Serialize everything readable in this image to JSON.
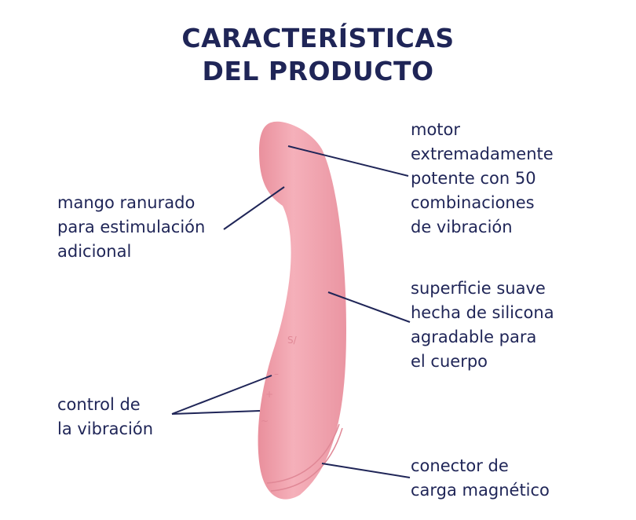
{
  "title": {
    "line1": "CARACTERÍSTICAS",
    "line2": "DEL PRODUCTO"
  },
  "features": {
    "motor": "motor\nextremadamente\npotente con 50\ncombinaciones\nde vibración",
    "handle": "mango ranurado\npara estimulación\nadicional",
    "surface": "superficie suave\nhecha de silicona\nagradable para\nel cuerpo",
    "control": "control de\nla vibración",
    "connector": "conector de\ncarga magnético"
  },
  "colors": {
    "text": "#1f2557",
    "product": "#f2a6b0",
    "line": "#1f2557"
  }
}
